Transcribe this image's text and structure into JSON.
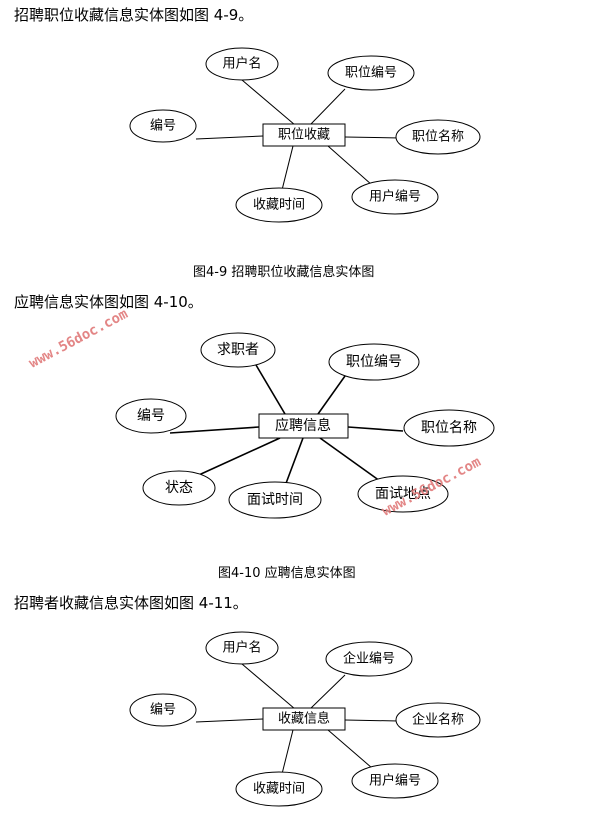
{
  "paragraphs": {
    "p1": "招聘职位收藏信息实体图如图 4-9。",
    "p2": "应聘信息实体图如图 4-10。",
    "p3": "招聘者收藏信息实体图如图 4-11。"
  },
  "captions": {
    "fig1": "图4-9   招聘职位收藏信息实体图",
    "fig2": "图4-10   应聘信息实体图"
  },
  "watermark": "www.56doc.com",
  "diagram1": {
    "entity": "职位收藏",
    "attrs": [
      "用户名",
      "职位编号",
      "编号",
      "职位名称",
      "收藏时间",
      "用户编号"
    ]
  },
  "diagram2": {
    "entity": "应聘信息",
    "attrs": [
      "求职者",
      "职位编号",
      "编号",
      "职位名称",
      "状态",
      "面试时间",
      "面试地点"
    ]
  },
  "diagram3": {
    "entity": "收藏信息",
    "attrs": [
      "用户名",
      "企业编号",
      "编号",
      "企业名称",
      "收藏时间",
      "用户编号"
    ]
  }
}
